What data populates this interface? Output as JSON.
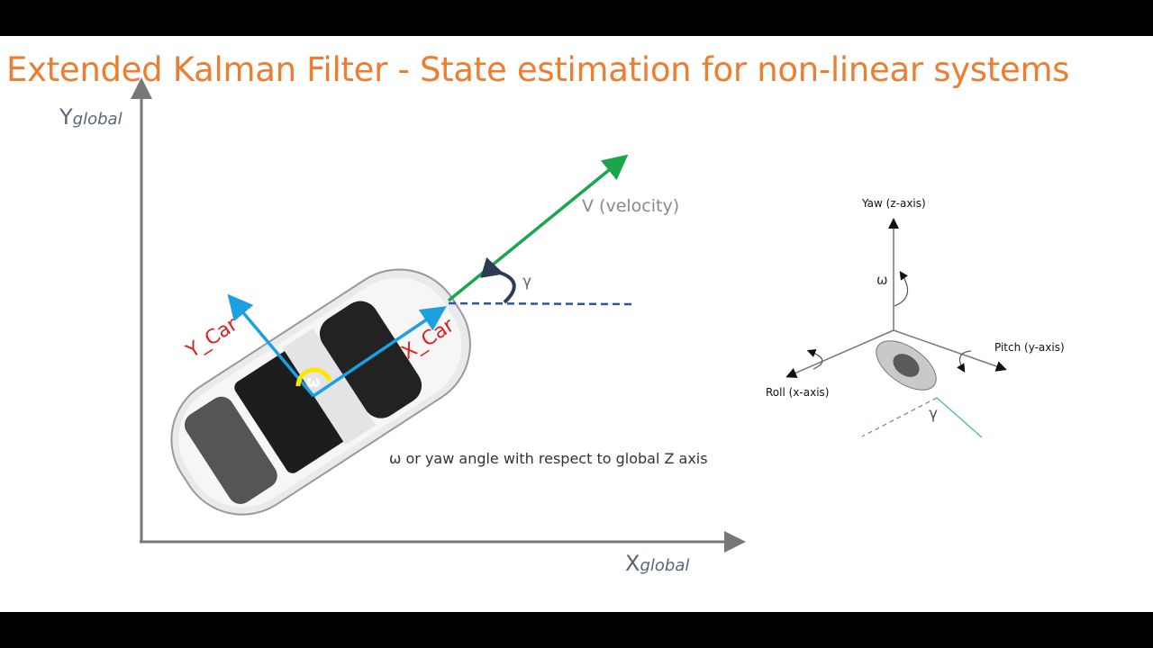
{
  "title": "Extended Kalman Filter - State estimation for non-linear systems",
  "colors": {
    "title": "#ED7D31",
    "velocity": "#1AA64A",
    "car_axes": "#1BA1E2",
    "car_axis_labels": "#E02020",
    "heading_ref": "#2F5597",
    "omega_arc": "#FFE600"
  },
  "main_diagram": {
    "y_global_main": "Y",
    "y_global_sub": "global",
    "x_global_main": "X",
    "x_global_sub": "global",
    "velocity_label": "V (velocity)",
    "gamma_label": "γ",
    "x_car_label": "X_Car",
    "y_car_label": "Y_Car",
    "omega_label": "ω",
    "caption": "ω  or yaw angle with respect to global Z axis"
  },
  "inset_diagram": {
    "yaw_label": "Yaw (z-axis)",
    "pitch_label": "Pitch (y-axis)",
    "roll_label": "Roll (x-axis)",
    "omega_label": "ω",
    "gamma_label": "γ"
  }
}
